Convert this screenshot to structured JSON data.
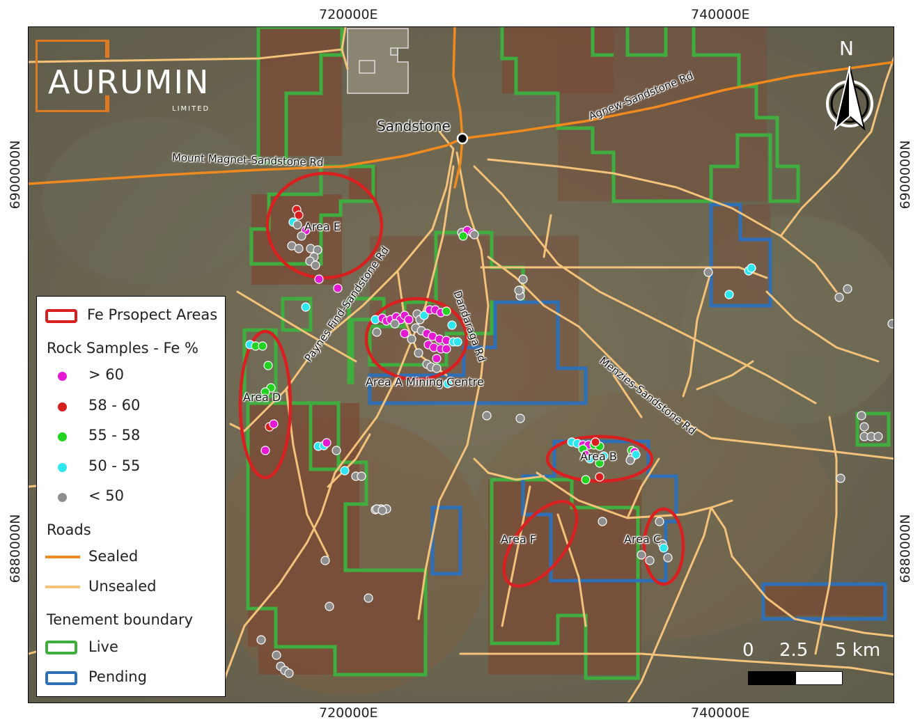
{
  "coords": {
    "top_left": "720000E",
    "top_right": "740000E",
    "bottom_left": "720000E",
    "bottom_right": "740000E",
    "left_top": "6900000N",
    "left_bottom": "6880000N",
    "right_top": "6900000N",
    "right_bottom": "6880000N"
  },
  "logo": {
    "name": "AURUMIN",
    "sub": "LIMITED"
  },
  "north": "N",
  "town": "Sandstone",
  "roads": {
    "agnew": "Agnew-Sandstone Rd",
    "mount_magnet": "Mount Magnet-Sandstone Rd",
    "paynes_find": "Paynes Find-Sandstone Rd",
    "dandaraga": "Dandaraga Rd",
    "menzies": "Menzies-Sandstone Rd"
  },
  "areas": {
    "a": "Area A Mining Centre",
    "b": "Area B",
    "c": "Area C",
    "d": "Area D",
    "e": "Area E",
    "f": "Area F"
  },
  "scale": {
    "zero": "0",
    "mid": "2.5",
    "end": "5 km"
  },
  "legend": {
    "prospect": "Fe Prsopect Areas",
    "samples_title": "Rock Samples - Fe %",
    "samples": [
      {
        "label": "> 60",
        "color": "#e619d2"
      },
      {
        "label": "58 - 60",
        "color": "#d81f1f"
      },
      {
        "label": "55 - 58",
        "color": "#22d422"
      },
      {
        "label": "50 - 55",
        "color": "#2ee6f0"
      },
      {
        "label": "< 50",
        "color": "#8e8e8e"
      }
    ],
    "roads_title": "Roads",
    "sealed": "Sealed",
    "unsealed": "Unsealed",
    "tenement_title": "Tenement boundary",
    "live": "Live",
    "pending": "Pending"
  },
  "colors": {
    "prospect": "#d82020",
    "sealed": "#f08a1e",
    "unsealed": "#f5c27a",
    "live": "#3fae3f",
    "pending": "#2f6fb5"
  }
}
